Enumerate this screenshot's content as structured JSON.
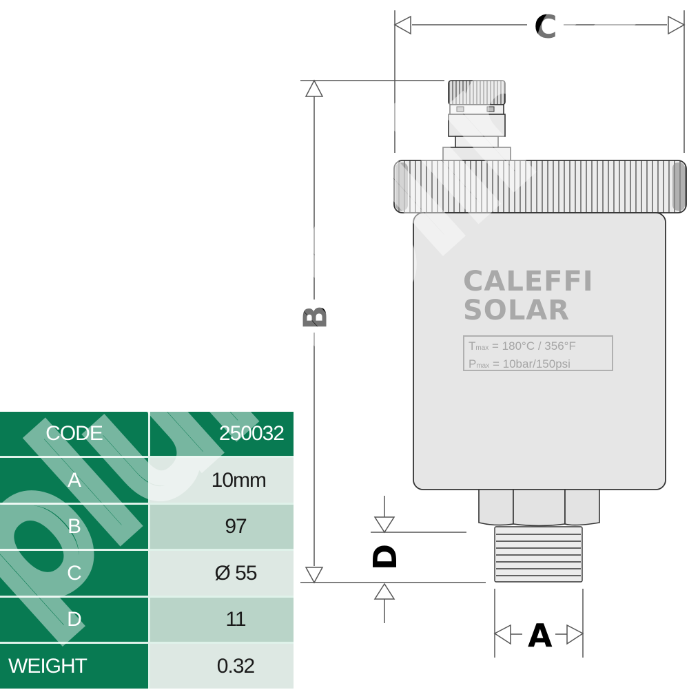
{
  "spec_table": {
    "header": {
      "key": "CODE",
      "value": "250032"
    },
    "rows": [
      {
        "key": "A",
        "value": "10mm"
      },
      {
        "key": "B",
        "value": "97"
      },
      {
        "key": "C",
        "value": "Ø 55"
      },
      {
        "key": "D",
        "value": "11"
      },
      {
        "key": "WEIGHT",
        "value": "0.32"
      }
    ]
  },
  "diagram": {
    "dimension_labels": {
      "a": "A",
      "b": "B",
      "c": "C",
      "d": "D"
    },
    "logo": {
      "line1": "CALEFFI",
      "line2": "SOLAR"
    },
    "rating": {
      "t_symbol": "T",
      "t_sub": "max",
      "t_value": "= 180°C / 356°F",
      "p_symbol": "P",
      "p_sub": "max",
      "p_value": "= 10bar/150psi"
    }
  },
  "watermark": {
    "text": "plumbline"
  },
  "colors": {
    "table_green": "#087a52",
    "table_light": "#dde8e3",
    "table_mid": "#b9d4c8",
    "body_gray": "#e6e6e6",
    "line": "#555555"
  }
}
